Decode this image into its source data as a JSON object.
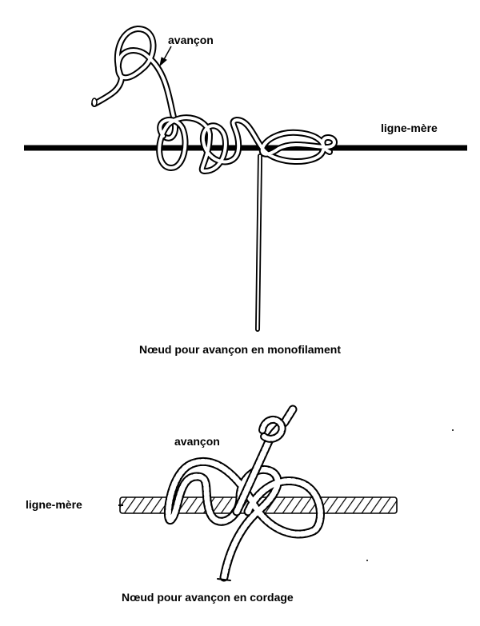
{
  "top_diagram": {
    "leader_label": "avançon",
    "mainline_label": "ligne-mère",
    "caption": "Nœud pour avançon en monofilament"
  },
  "bottom_diagram": {
    "leader_label": "avançon",
    "mainline_label": "ligne-mère",
    "caption": "Nœud pour avançon en cordage"
  },
  "colors": {
    "ink": "#000000",
    "paper": "#ffffff"
  }
}
